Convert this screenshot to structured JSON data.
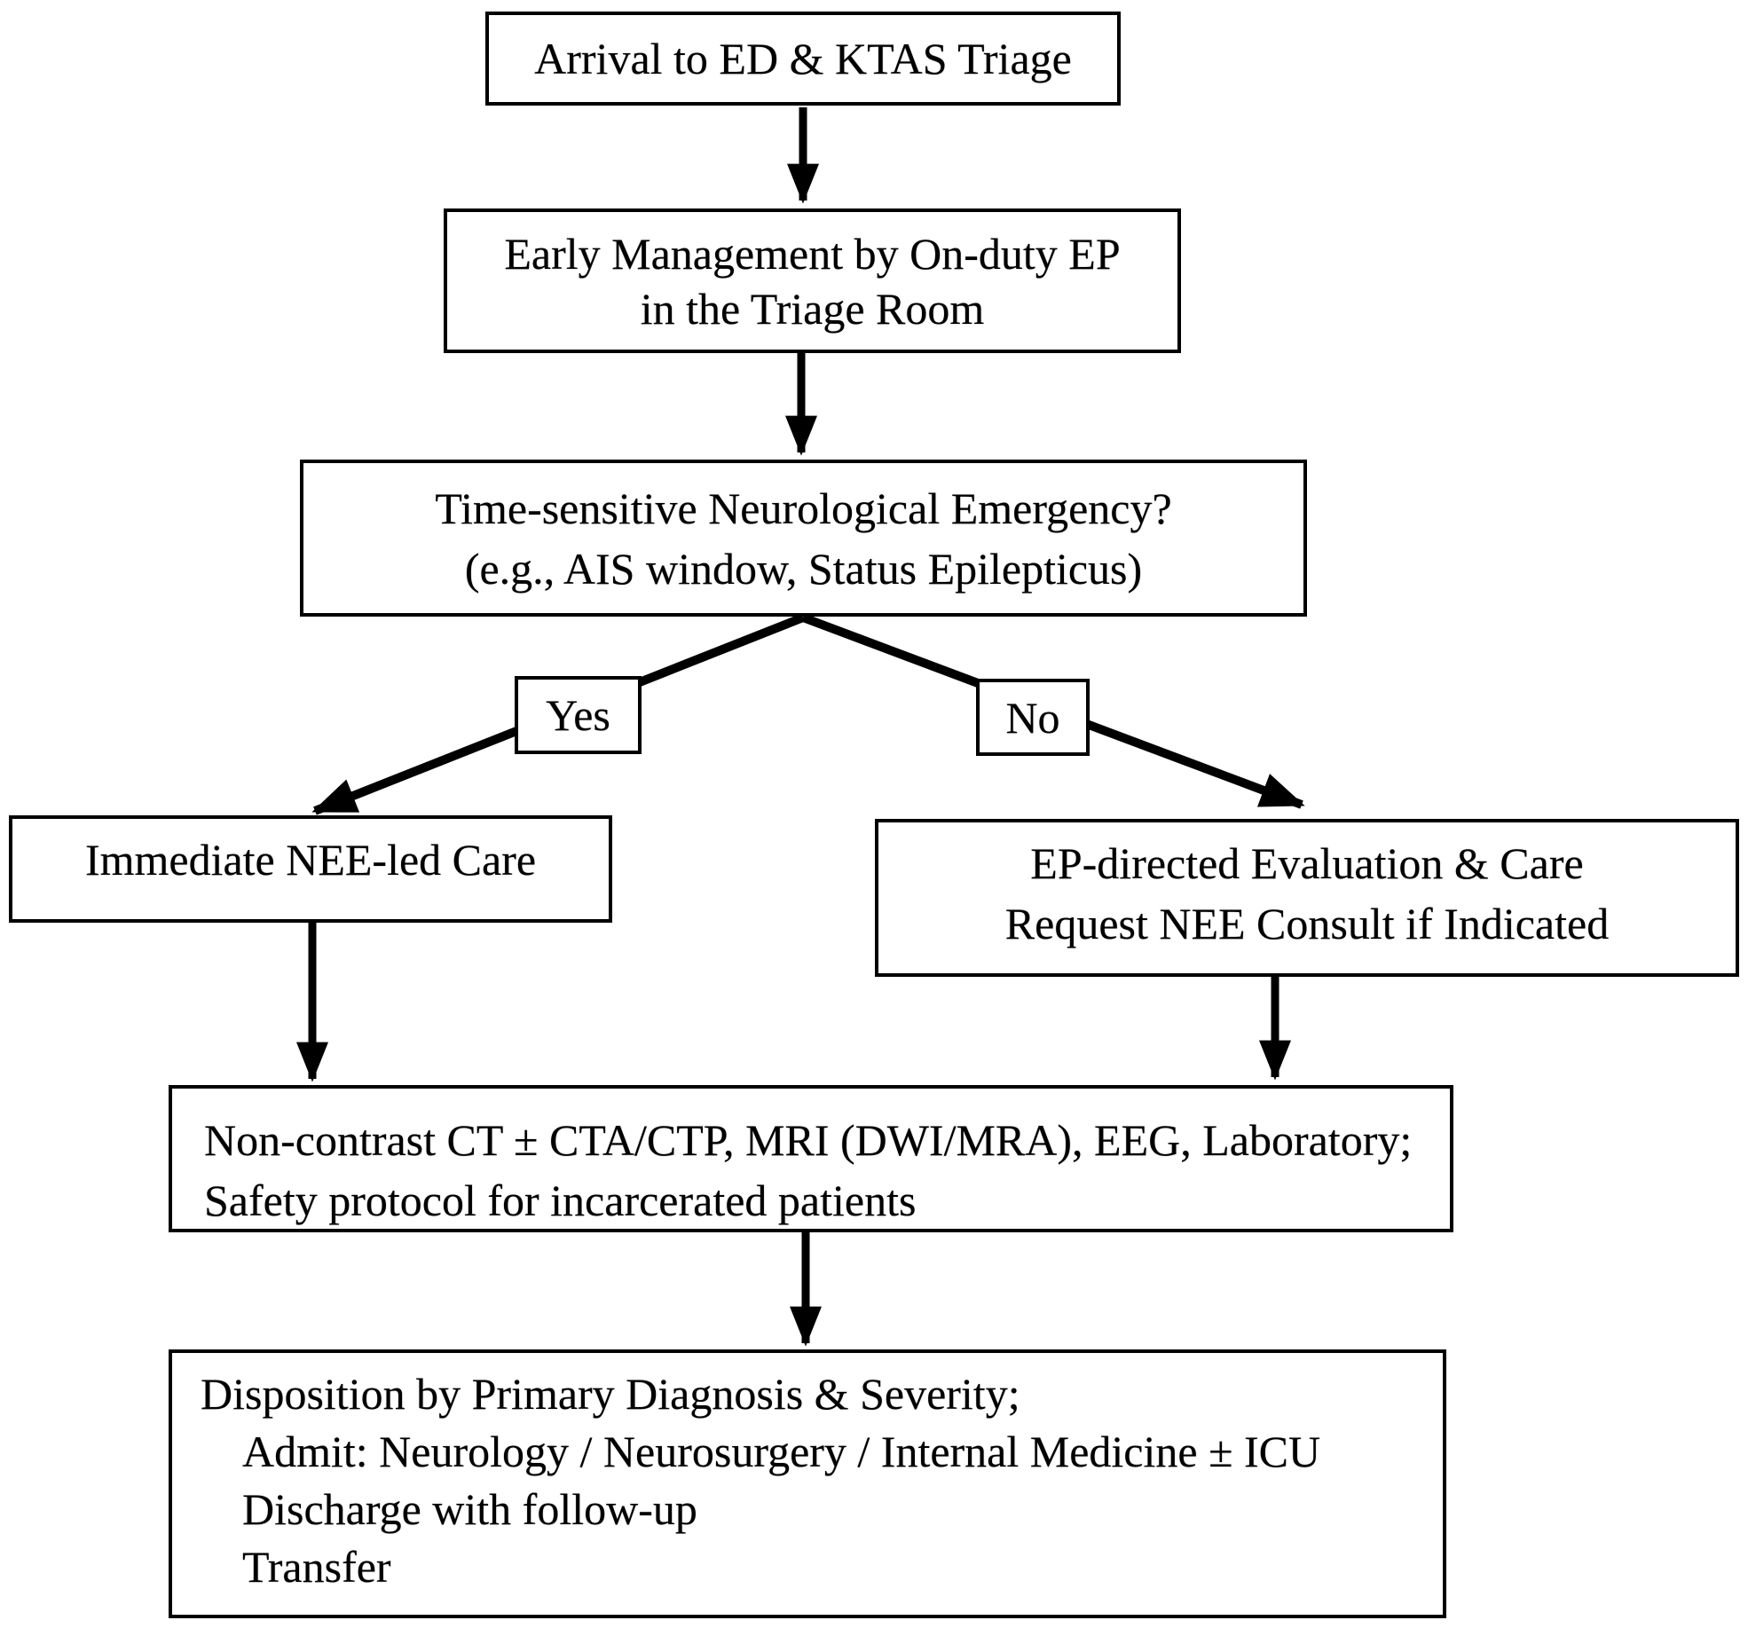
{
  "figure": {
    "background": "#ffffff",
    "line_color": "#000000",
    "text_color": "#000000",
    "nodes": {
      "arrival": {
        "lines": [
          "Arrival to ED & KTAS Triage"
        ]
      },
      "early_management": {
        "lines": [
          "Early Management by On-duty EP",
          "in the Triage Room"
        ]
      },
      "decision": {
        "lines": [
          "Time-sensitive Neurological Emergency?",
          "(e.g., AIS window, Status Epilepticus)"
        ]
      },
      "immediate_nee_care": {
        "lines": [
          "Immediate NEE-led Care"
        ]
      },
      "ep_directed_care": {
        "lines": [
          "EP-directed Evaluation & Care",
          "Request NEE Consult if Indicated"
        ]
      },
      "workup": {
        "lines": [
          "Non-contrast CT ± CTA/CTP, MRI (DWI/MRA), EEG, Laboratory;",
          "Safety protocol for incarcerated patients"
        ]
      },
      "disposition": {
        "lines": [
          "Disposition by Primary Diagnosis & Severity;",
          "Admit: Neurology / Neurosurgery / Internal Medicine ± ICU",
          "Discharge with follow-up",
          "Transfer"
        ]
      }
    },
    "edge_labels": {
      "yes": "Yes",
      "no": "No"
    }
  }
}
